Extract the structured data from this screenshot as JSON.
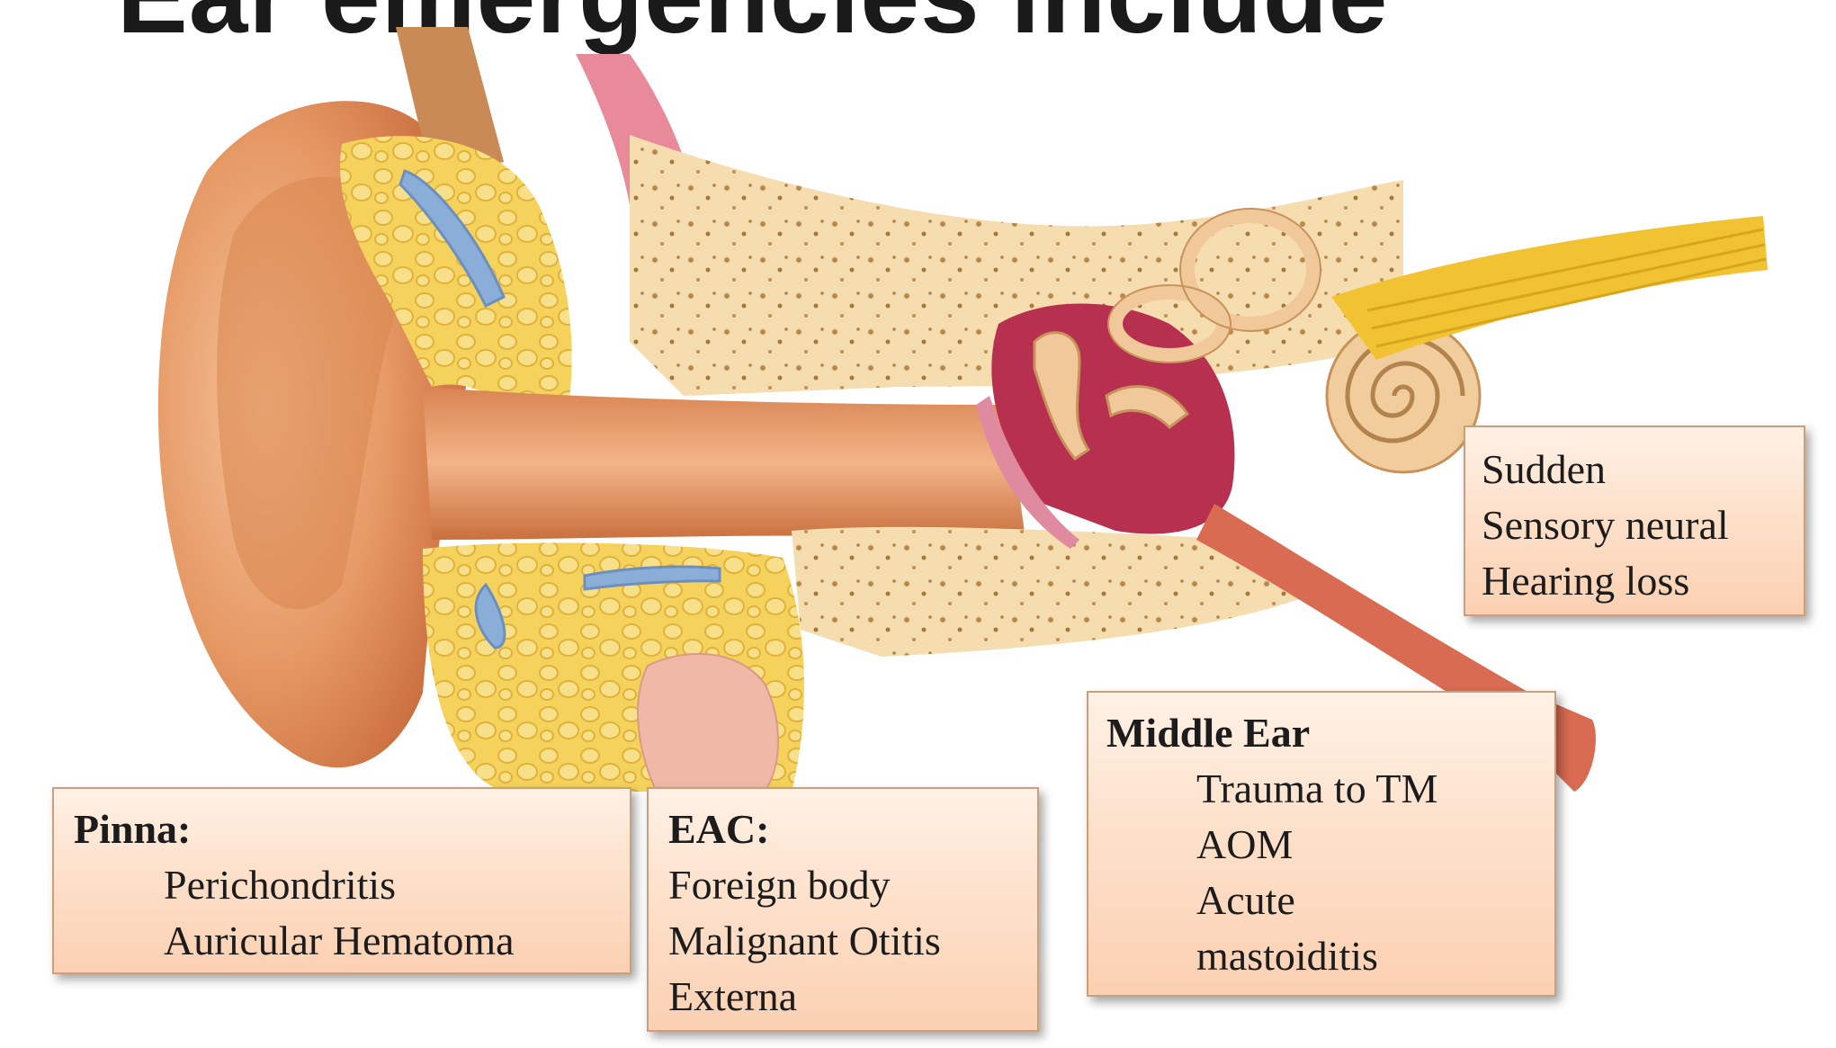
{
  "slide": {
    "title": "Ear emergencies include"
  },
  "callouts": {
    "pinna": {
      "heading": "Pinna:",
      "items": [
        "Perichondritis",
        "Auricular Hematoma"
      ]
    },
    "eac": {
      "heading": "EAC:",
      "items": [
        "Foreign body",
        "Malignant Otitis",
        "Externa"
      ]
    },
    "middle_ear": {
      "heading": "Middle Ear",
      "items": [
        "Trauma to TM",
        "AOM",
        "Acute",
        "mastoiditis"
      ]
    },
    "inner": {
      "items": [
        "Sudden",
        "Sensory neural",
        "Hearing loss"
      ]
    }
  },
  "colors": {
    "skin": "#e8a070",
    "bone": "#f3d9a0",
    "fat": "#f2cf55",
    "cartilage": "#7fa7d4",
    "middle_ear_cavity": "#b7304f",
    "nerve": "#f1c232"
  }
}
